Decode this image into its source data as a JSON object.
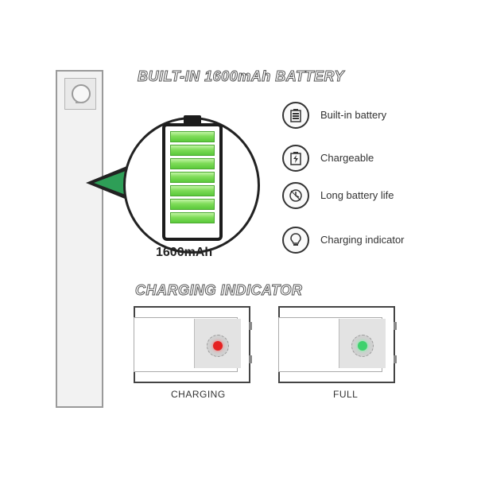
{
  "battery_section": {
    "title": "BUILT-IN 1600mAh BATTERY",
    "capacity_label": "1600mAh",
    "cells": 7,
    "fill_color": "#5bc93b"
  },
  "features": [
    {
      "label": "Built-in battery",
      "icon": "battery-icon"
    },
    {
      "label": "Chargeable",
      "icon": "charge-icon"
    },
    {
      "label": "Long battery life",
      "icon": "clock-icon"
    },
    {
      "label": "Charging indicator",
      "icon": "bulb-icon"
    }
  ],
  "charging_section": {
    "title": "CHARGING INDICATOR",
    "states": [
      {
        "label": "CHARGING",
        "led_color": "#e52222"
      },
      {
        "label": "FULL",
        "led_color": "#3fd16d"
      }
    ]
  }
}
